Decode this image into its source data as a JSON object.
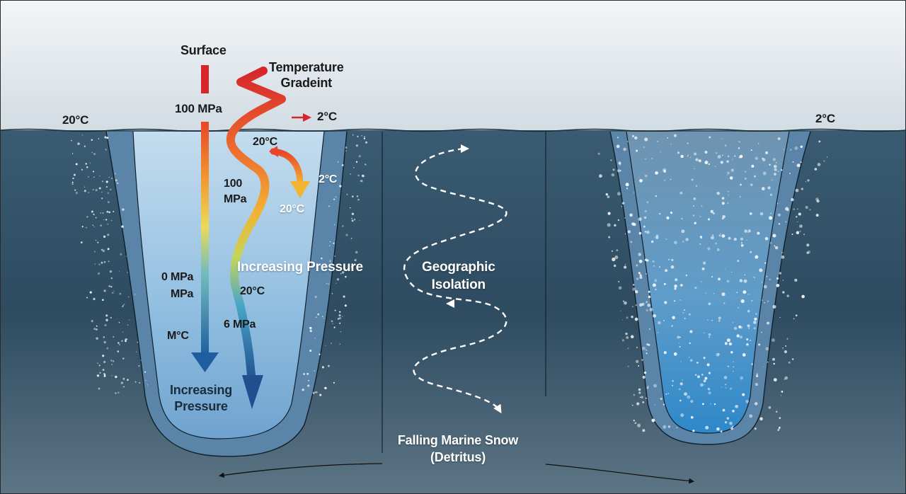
{
  "labels": {
    "surface": "Surface",
    "temperature_gradient_line1": "Temperature",
    "temperature_gradient_line2": "Gradeint",
    "left_surface_temp": "20°C",
    "right_surface_temp": "2°C",
    "pressure_100": "100 MPa",
    "temp_2c_top": "2°C",
    "trench_temp_upper": "20°C",
    "temp_2c_side": "2°C",
    "trench_temp_mid": "20°C",
    "pressure_100_stacked_line1": "100",
    "pressure_100_stacked_line2": "MPa",
    "increasing_pressure_mid": "Increasing Pressure",
    "pressure_0_line1": "0 MPa",
    "pressure_0_line2": "MPa",
    "trench_temp_lower": "20°C",
    "m_celsius": "M°C",
    "pressure_6": "6 MPa",
    "increasing_pressure_bottom_line1": "Increasing",
    "increasing_pressure_bottom_line2": "Pressure",
    "geographic_isolation_line1": "Geographic",
    "geographic_isolation_line2": "Isolation",
    "marine_snow_line1": "Falling Marine Snow",
    "marine_snow_line2": "(Detritus)"
  },
  "colors": {
    "sky_top": "#f3f5f7",
    "sky_bottom": "#d2dce3",
    "ocean_top": "#3a5b72",
    "ocean_bottom": "#5d7585",
    "trench_wall": "#5a84a8",
    "trench_inner_top": "#c4dcee",
    "trench_inner_bottom": "#6fa3cf",
    "gradient_hot": "#d6262b",
    "gradient_warm": "#f2a531",
    "gradient_mid": "#e8d85a",
    "gradient_cool": "#5fb0c6",
    "gradient_cold": "#1f5e9e"
  }
}
